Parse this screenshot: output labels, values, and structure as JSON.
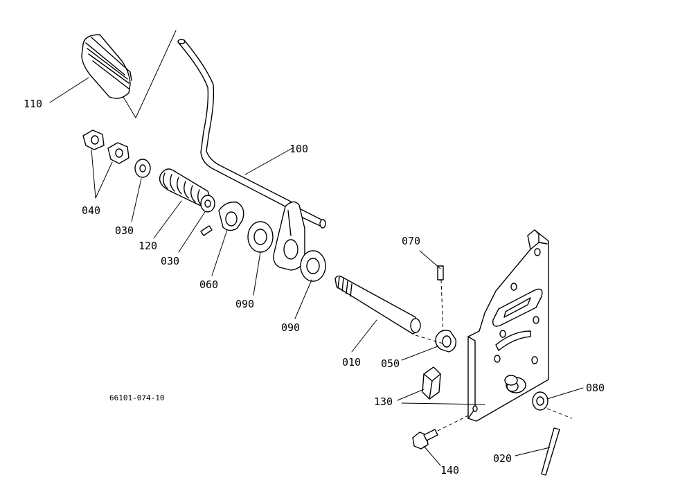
{
  "drawing_code": "66101-074-10",
  "parts": [
    {
      "number": "110",
      "icon": "pedal-pad-icon"
    },
    {
      "number": "100",
      "icon": "pedal-arm-icon"
    },
    {
      "number": "040",
      "icon": "nut-icon"
    },
    {
      "number": "030",
      "icon": "washer-icon"
    },
    {
      "number": "120",
      "icon": "spring-icon"
    },
    {
      "number": "030",
      "icon": "washer-icon"
    },
    {
      "number": "060",
      "icon": "collar-icon"
    },
    {
      "number": "090",
      "icon": "washer-icon"
    },
    {
      "number": "090",
      "icon": "washer-icon"
    },
    {
      "number": "010",
      "icon": "shaft-icon"
    },
    {
      "number": "070",
      "icon": "pin-icon"
    },
    {
      "number": "050",
      "icon": "collar-icon"
    },
    {
      "number": "130",
      "icon": "clip-icon"
    },
    {
      "number": "080",
      "icon": "washer-icon"
    },
    {
      "number": "140",
      "icon": "bolt-icon"
    },
    {
      "number": "020",
      "icon": "pin-icon"
    }
  ]
}
